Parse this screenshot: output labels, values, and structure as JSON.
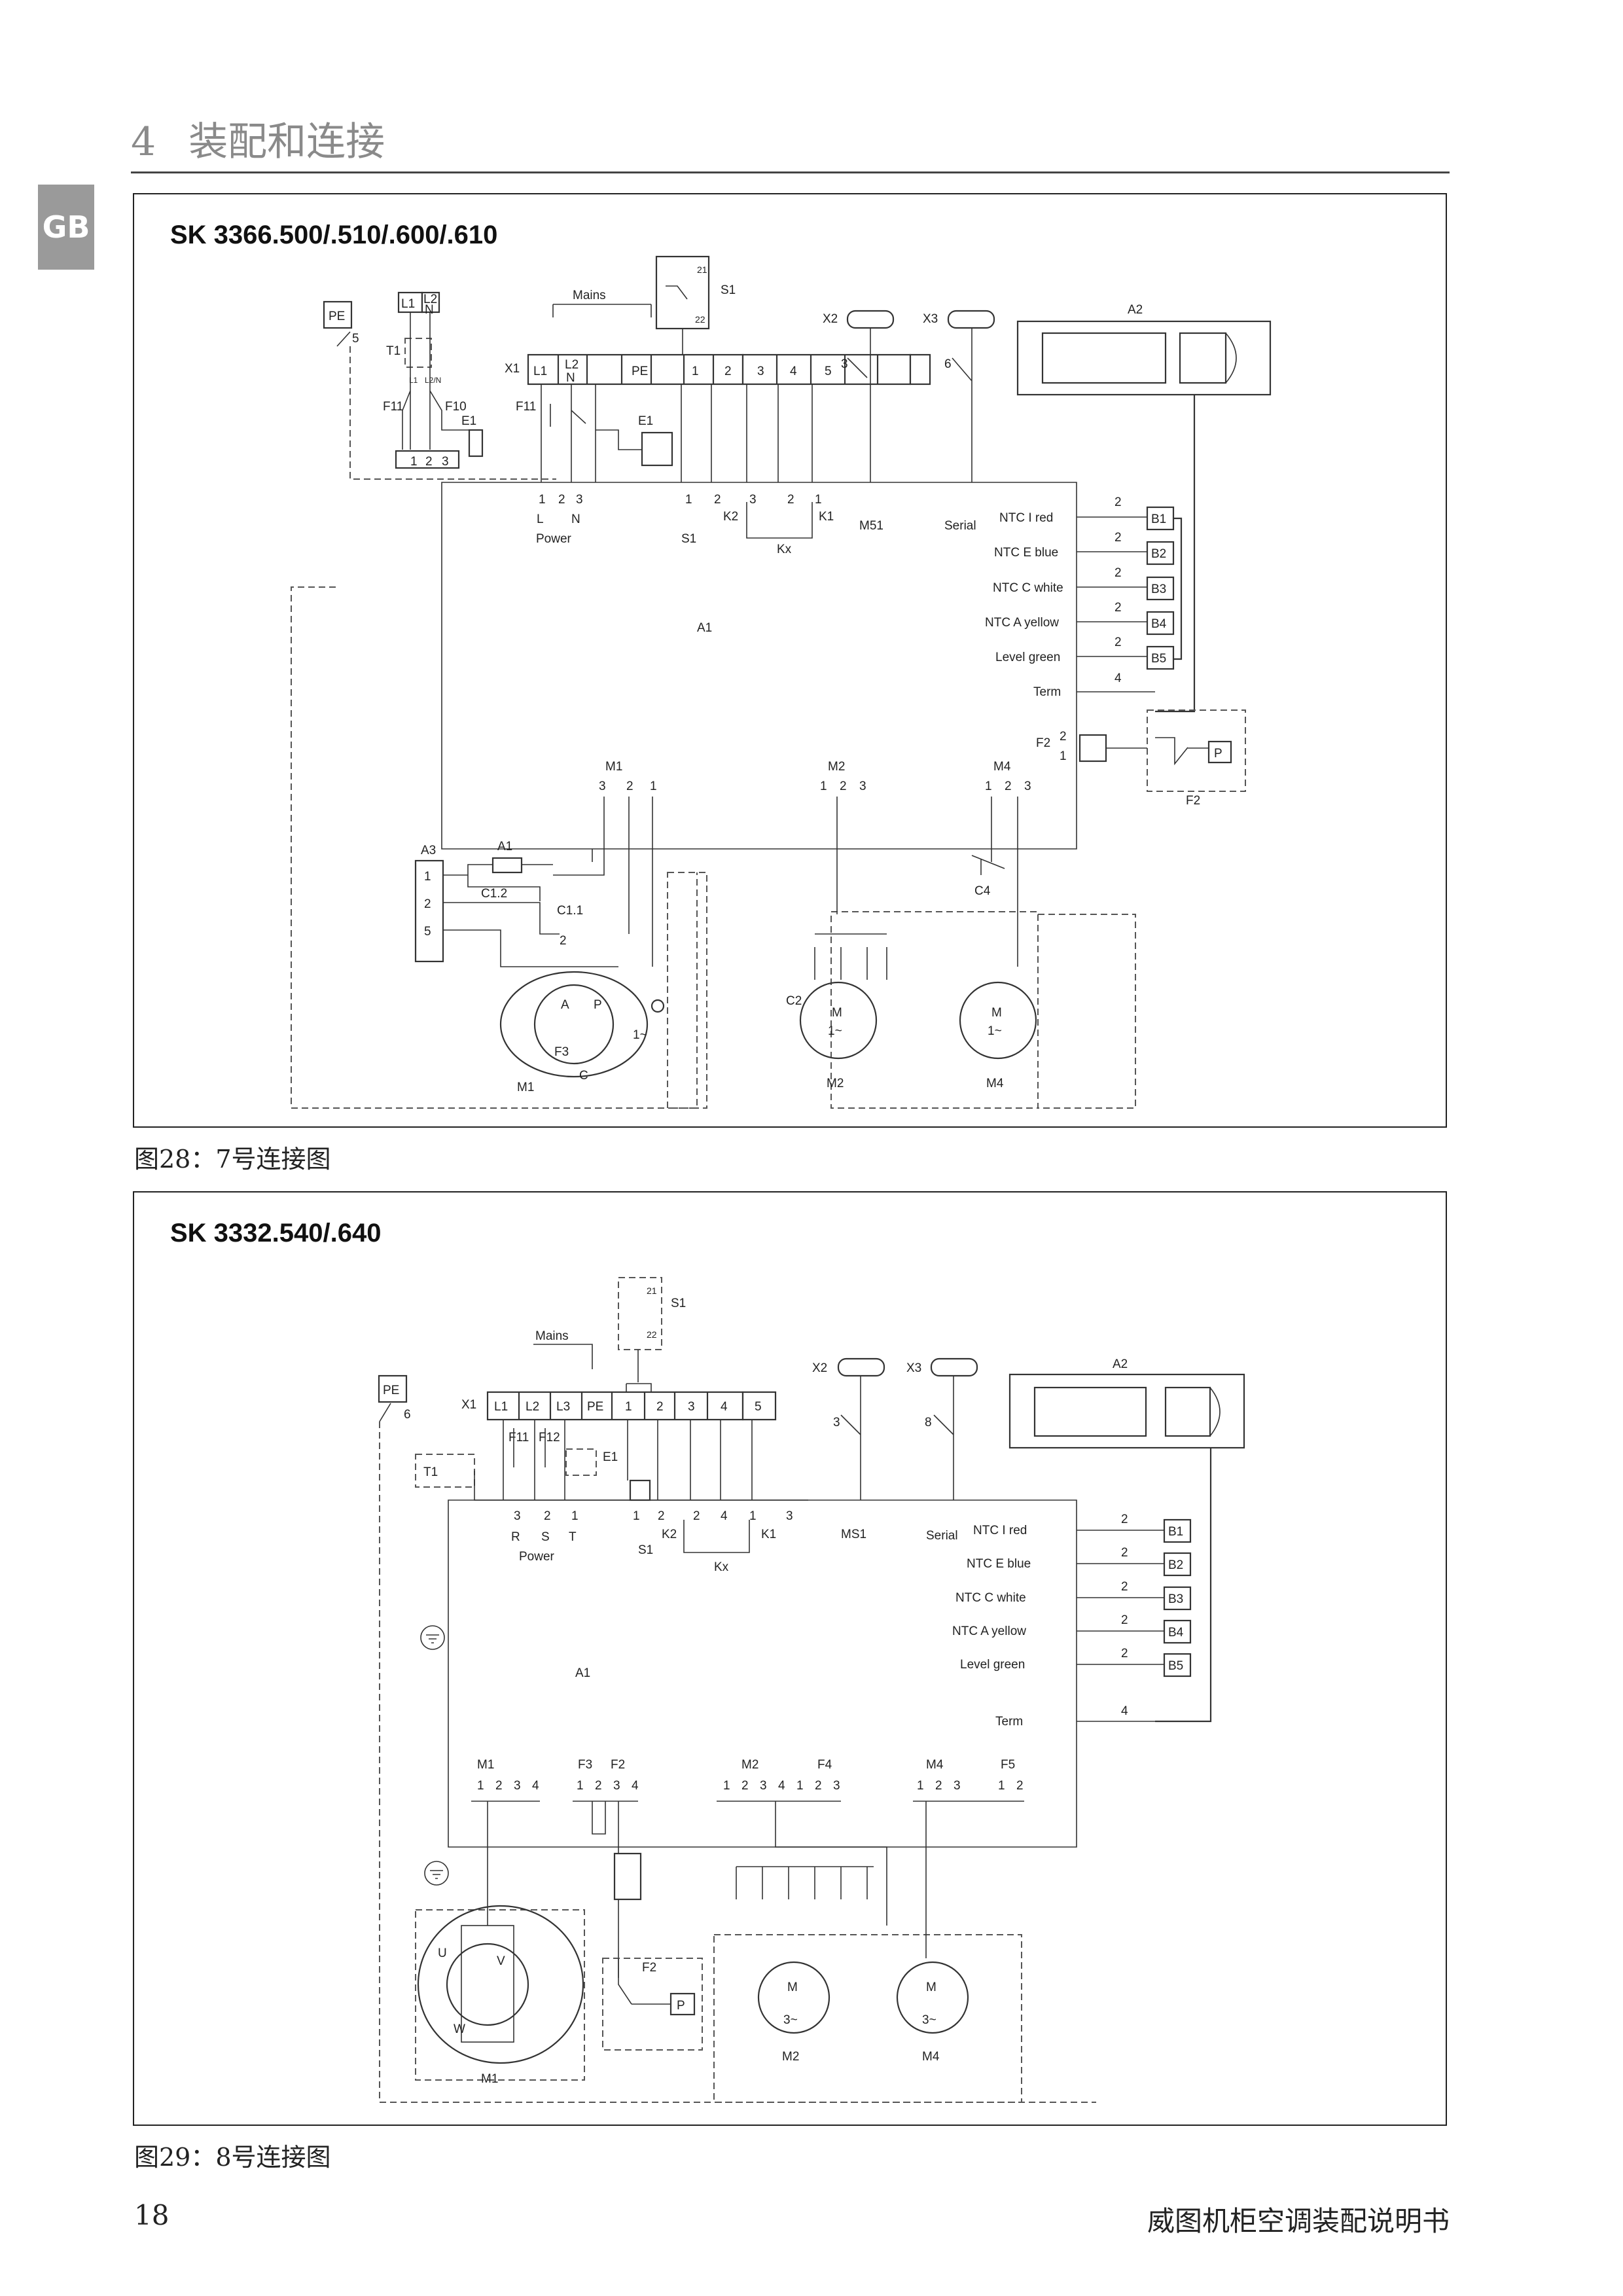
{
  "header": {
    "chapter_number": "4",
    "chapter_title": "装配和连接"
  },
  "side_tab": "GB",
  "figure1": {
    "title": "SK 3366.500/.510/.600/.610",
    "caption": "图28：7号连接图",
    "labels": {
      "pe": "PE",
      "pe_num": "5",
      "l1": "L1",
      "l2": "L2",
      "n": "N",
      "t1": "T1",
      "l1s": "L1",
      "l2n": "L2/N",
      "f11": "F11",
      "f10": "F10",
      "e1": "E1",
      "t_1": "1",
      "t_2": "2",
      "t_3": "3",
      "mains": "Mains",
      "x1": "X1",
      "x1_l1": "L1",
      "x1_l2": "L2",
      "x1_n": "N",
      "x1_pe": "PE",
      "x1_1": "1",
      "x1_2": "2",
      "x1_3": "3",
      "x1_4": "4",
      "x1_5": "5",
      "s1": "S1",
      "s1_21": "21",
      "s1_22": "22",
      "f11b": "F11",
      "e1b": "E1",
      "x2": "X2",
      "x2_num": "3",
      "x3": "X3",
      "x3_num": "6",
      "a2": "A2",
      "pw_1": "1",
      "pw_2": "2",
      "pw_3": "3",
      "pw_l": "L",
      "pw_n": "N",
      "power": "Power",
      "s1c_1": "1",
      "s1c_2": "2",
      "s1_bot": "S1",
      "k2_3": "3",
      "k2": "K2",
      "k1_2": "2",
      "k1_1": "1",
      "k1": "K1",
      "kx": "Kx",
      "m51": "M51",
      "serial": "Serial",
      "a1": "A1",
      "ntc_i": "NTC I red",
      "ntc_e": "NTC E blue",
      "ntc_c": "NTC C white",
      "ntc_a": "NTC A yellow",
      "level": "Level green",
      "term": "Term",
      "b1": "B1",
      "b2": "B2",
      "b3": "B3",
      "b4": "B4",
      "b5": "B5",
      "n2a": "2",
      "n2b": "2",
      "n2c": "2",
      "n2d": "2",
      "n2e": "2",
      "n4": "4",
      "f2": "F2",
      "f2_2": "2",
      "f2_1": "1",
      "p": "P",
      "f2b": "F2",
      "m1": "M1",
      "m1_3": "3",
      "m1_2": "2",
      "m1_1": "1",
      "m2": "M2",
      "m2_1": "1",
      "m2_2": "2",
      "m2_3": "3",
      "m4": "M4",
      "m4_1": "1",
      "m4_2": "2",
      "m4_3": "3",
      "a3": "A3",
      "a3_1": "1",
      "a3_2": "2",
      "a3_5": "5",
      "a1b": "A1",
      "c12": "C1.2",
      "c11": "C1.1",
      "c_2": "2",
      "c4": "C4",
      "c2": "C2",
      "mot_a": "A",
      "mot_p": "P",
      "mot_f3": "F3",
      "mot_c": "C",
      "mot_1": "1~",
      "m1b": "M1",
      "m_m2": "M",
      "m_m2s": "1~",
      "m2b": "M2",
      "m_m4": "M",
      "m_m4s": "1~",
      "m4b": "M4"
    }
  },
  "figure2": {
    "title": "SK 3332.540/.640",
    "caption": "图29：8号连接图",
    "labels": {
      "pe": "PE",
      "pe_num": "6",
      "t1": "T1",
      "mains": "Mains",
      "x1": "X1",
      "l1": "L1",
      "l2": "L2",
      "l3": "L3",
      "pe2": "PE",
      "x1_1": "1",
      "x1_2": "2",
      "x1_3": "3",
      "x1_4": "4",
      "x1_5": "5",
      "s1": "S1",
      "s1_21": "21",
      "s1_22": "22",
      "f11": "F11",
      "f12": "F12",
      "e1": "E1",
      "x2": "X2",
      "x2_num": "3",
      "x3": "X3",
      "x3_num": "8",
      "a2": "A2",
      "pw_3": "3",
      "pw_2": "2",
      "pw_1": "1",
      "r": "R",
      "s": "S",
      "t": "T",
      "power": "Power",
      "s1c_1": "1",
      "s1c_2": "2",
      "s1_bot": "S1",
      "k_2": "2",
      "k_4": "4",
      "k_1": "1",
      "k_3": "3",
      "k2": "K2",
      "k1": "K1",
      "kx": "Kx",
      "ms1": "MS1",
      "serial": "Serial",
      "a1": "A1",
      "ntc_i": "NTC I red",
      "ntc_e": "NTC E blue",
      "ntc_c": "NTC C white",
      "ntc_a": "NTC A yellow",
      "level": "Level green",
      "term": "Term",
      "b1": "B1",
      "b2": "B2",
      "b3": "B3",
      "b4": "B4",
      "b5": "B5",
      "n2a": "2",
      "n2b": "2",
      "n2c": "2",
      "n2d": "2",
      "n2e": "2",
      "n4": "4",
      "m1": "M1",
      "f3": "F3",
      "f2": "F2",
      "m2": "M2",
      "f4": "F4",
      "m4": "M4",
      "f5": "F5",
      "m1_1": "1",
      "m1_2": "2",
      "m1_3": "3",
      "m1_4": "4",
      "f3_1": "1",
      "f3_2": "2",
      "f2_3": "3",
      "f2_4": "4",
      "m2_1": "1",
      "m2_2": "2",
      "m2_3": "3",
      "m2_4": "4",
      "f4_1": "1",
      "f4_2": "2",
      "f4_3": "3",
      "m4_1": "1",
      "m4_2": "2",
      "m4_3": "3",
      "f5_1": "1",
      "f5_2": "2",
      "mot_u": "U",
      "mot_v": "V",
      "mot_w": "W",
      "m1b": "M1",
      "f2b": "F2",
      "p": "P",
      "m_m2": "M",
      "m_m2s": "3~",
      "m2b": "M2",
      "m_m4": "M",
      "m_m4s": "3~",
      "m4b": "M4"
    }
  },
  "footer": {
    "page_number": "18",
    "book_title": "威图机柜空调装配说明书"
  }
}
